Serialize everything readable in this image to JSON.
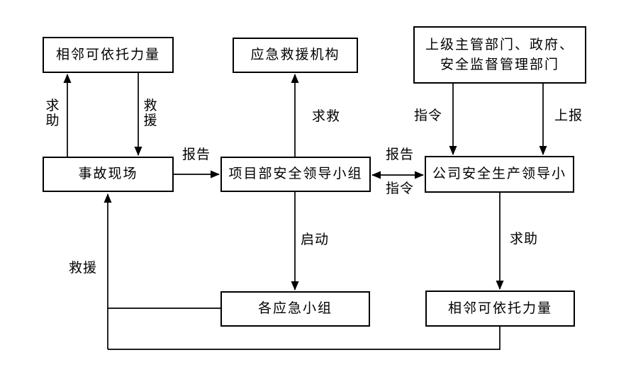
{
  "diagram": {
    "type": "flowchart",
    "language": "zh-CN",
    "colors": {
      "line": "#000000",
      "box_border": "#000000",
      "box_fill": "#ffffff",
      "text": "#000000",
      "background": "#ffffff"
    },
    "boxes": {
      "adjacent_top": "相邻可依托力量",
      "rescue_agency": "应急救援机构",
      "superiors_line1": "上级主管部门、政府、",
      "superiors_line2": "安全监督管理部门",
      "accident_scene": "事故现场",
      "project_group": "项目部安全领导小组",
      "company_group": "公司安全生产领导小",
      "emergency_teams": "各应急小组",
      "adjacent_bottom": "相邻可依托力量"
    },
    "labels": {
      "seek_help_left": "求助",
      "rescue_left": "救援",
      "report_left": "报告",
      "call_for_help": "求救",
      "order_top": "指令",
      "report_up": "上报",
      "report_mid": "报告",
      "order_mid": "指令",
      "start": "启动",
      "seek_help_right": "求助",
      "rescue_bottom": "救援"
    },
    "edges": [
      {
        "from": "accident_scene",
        "to": "adjacent_top",
        "label": "求助",
        "direction": "up"
      },
      {
        "from": "adjacent_top",
        "to": "accident_scene",
        "label": "救援",
        "direction": "down"
      },
      {
        "from": "accident_scene",
        "to": "project_group",
        "label": "报告",
        "direction": "right"
      },
      {
        "from": "project_group",
        "to": "rescue_agency",
        "label": "求救",
        "direction": "up"
      },
      {
        "from": "superiors",
        "to": "company_group",
        "label": "指令",
        "direction": "down"
      },
      {
        "from": "superiors",
        "to": "company_group",
        "label": "上报",
        "direction": "down"
      },
      {
        "from": "project_group",
        "to": "company_group",
        "label": "报告 / 指令",
        "direction": "both"
      },
      {
        "from": "project_group",
        "to": "emergency_teams",
        "label": "启动",
        "direction": "down"
      },
      {
        "from": "company_group",
        "to": "adjacent_bottom",
        "label": "求助",
        "direction": "down"
      },
      {
        "from": "emergency_teams",
        "to": "accident_scene",
        "label": "救援",
        "direction": "up"
      },
      {
        "from": "adjacent_bottom",
        "to": "accident_scene",
        "label": "救援",
        "direction": "up"
      }
    ]
  }
}
